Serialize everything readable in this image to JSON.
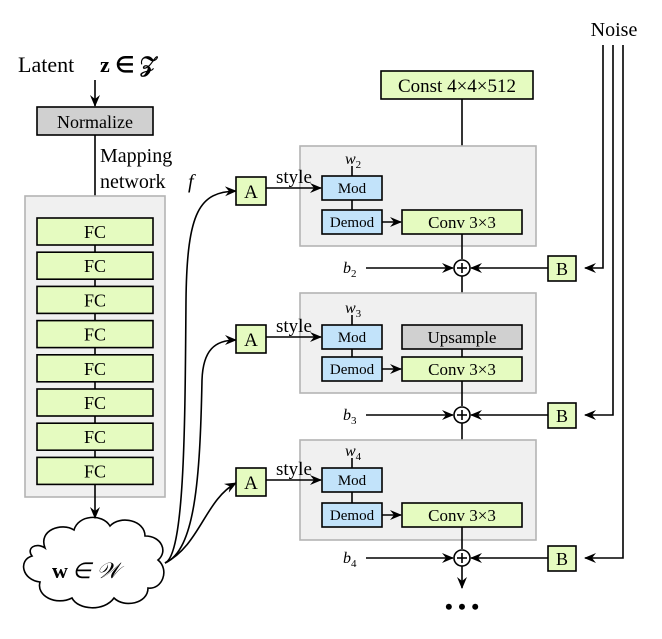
{
  "latent": {
    "label": "Latent",
    "math": "z ∈ 𝒵"
  },
  "normalize": {
    "label": "Normalize"
  },
  "mapping": {
    "line1": "Mapping",
    "line2": "network",
    "symbol": "f"
  },
  "fc_layers": [
    "FC",
    "FC",
    "FC",
    "FC",
    "FC",
    "FC",
    "FC",
    "FC"
  ],
  "w_space": {
    "math_bold": "w",
    "math_rest": "∈ 𝒲"
  },
  "const": {
    "label": "Const 4×4×512"
  },
  "noise": {
    "label": "Noise"
  },
  "blocks": [
    {
      "a_label": "A",
      "style_label": "style",
      "w_base": "w",
      "w_sub": "2",
      "mod": "Mod",
      "demod": "Demod",
      "upsample": null,
      "conv": "Conv 3×3",
      "b_base": "b",
      "b_sub": "2",
      "b_label": "B"
    },
    {
      "a_label": "A",
      "style_label": "style",
      "w_base": "w",
      "w_sub": "3",
      "mod": "Mod",
      "demod": "Demod",
      "upsample": "Upsample",
      "conv": "Conv 3×3",
      "b_base": "b",
      "b_sub": "3",
      "b_label": "B"
    },
    {
      "a_label": "A",
      "style_label": "style",
      "w_base": "w",
      "w_sub": "4",
      "mod": "Mod",
      "demod": "Demod",
      "upsample": null,
      "conv": "Conv 3×3",
      "b_base": "b",
      "b_sub": "4",
      "b_label": "B"
    }
  ],
  "sum_symbol": "+",
  "ellipsis": "• • •",
  "colors": {
    "fc_fill": "#e5fbc0",
    "mod_fill": "#c2e3fa",
    "normalize_fill": "#d0d0d0",
    "panel_fill": "#f0f0f0"
  }
}
